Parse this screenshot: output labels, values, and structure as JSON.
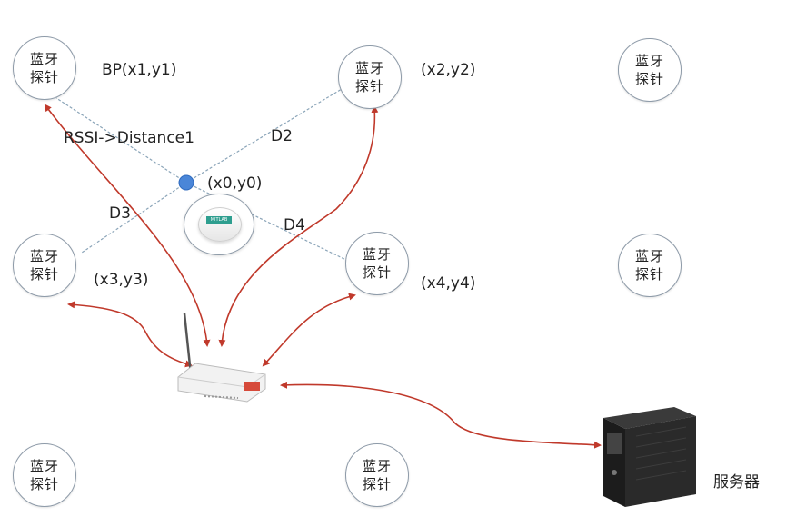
{
  "probe_label": [
    "蓝牙",
    "探针"
  ],
  "labels": {
    "bp": "BP(x1,y1)",
    "p2": "(x2,y2)",
    "p0": "(x0,y0)",
    "p3": "(x3,y3)",
    "p4": "(x4,y4)",
    "rssi": "RSSI->Distance1",
    "d2": "D2",
    "d3": "D3",
    "d4": "D4",
    "server": "服务器"
  },
  "beacon_brand": "MITLAB",
  "colors": {
    "arrow": "#c0392b",
    "dashed_line": "#8aa4b8",
    "probe_border": "#8d9aa8",
    "position_dot": "#4a86d8"
  }
}
